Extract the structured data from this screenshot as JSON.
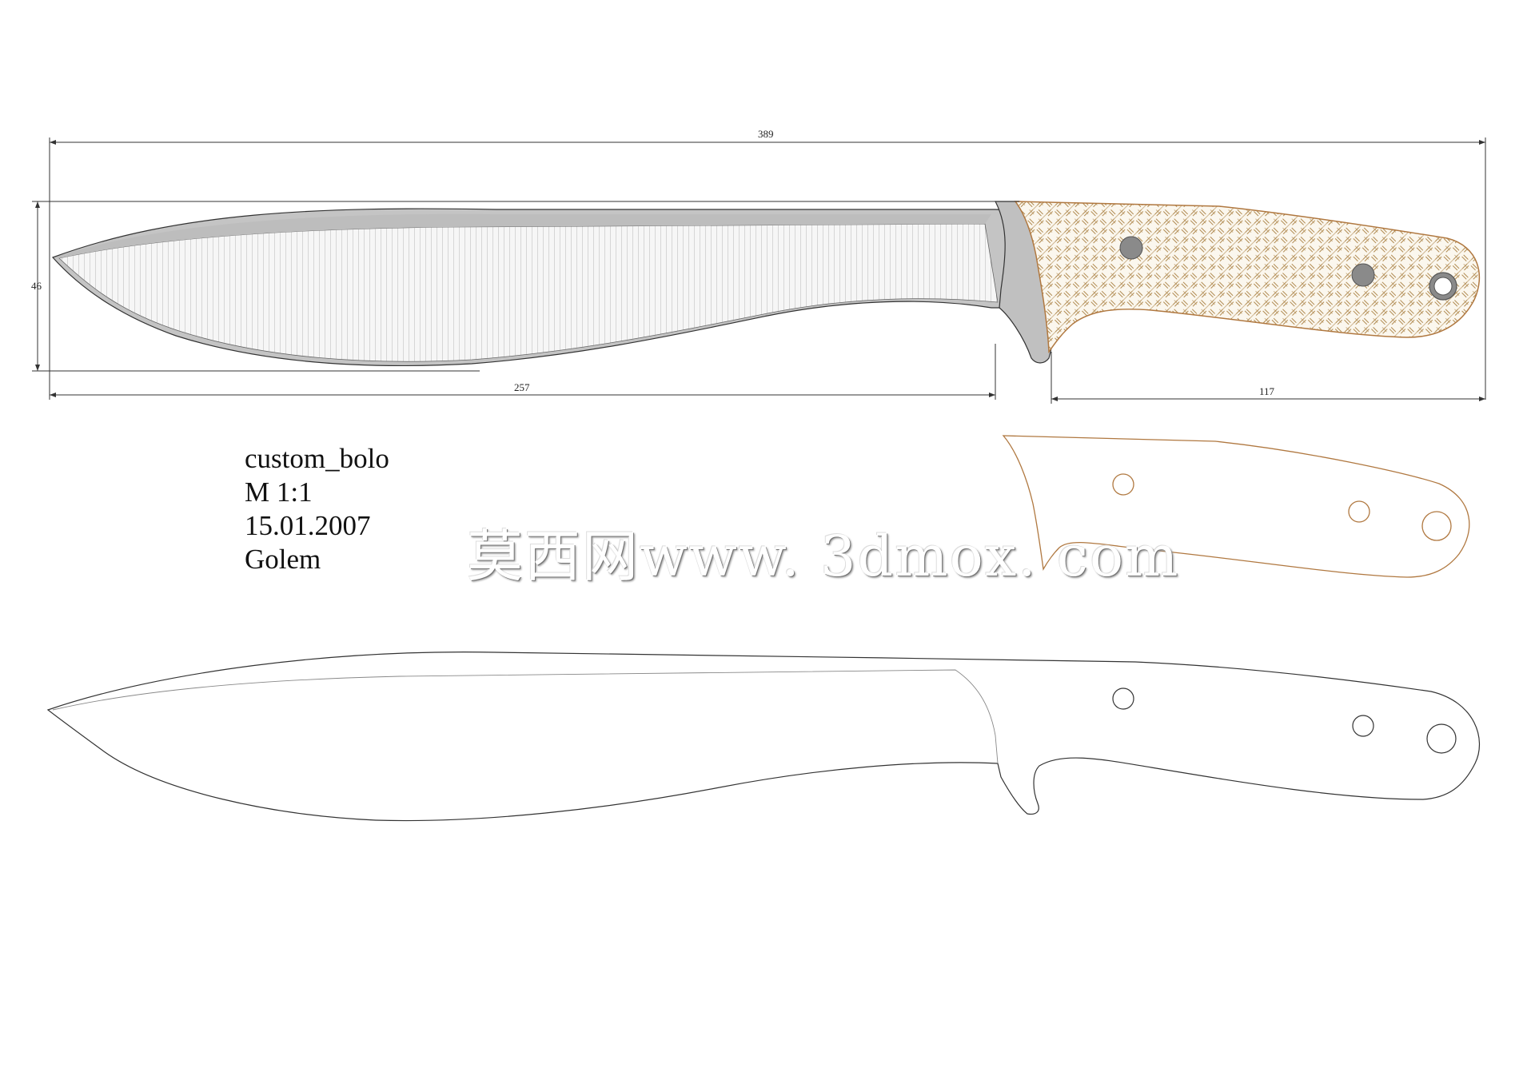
{
  "dimensions": {
    "overall_length": "389",
    "blade_height": "46",
    "blade_length": "257",
    "handle_length": "117"
  },
  "title_block": {
    "name": "custom_bolo",
    "scale": "M 1:1",
    "date": "15.01.2007",
    "author": "Golem"
  },
  "watermark": "莫西网www. 3dmox. com",
  "colors": {
    "line": "#333333",
    "blade_fill": "#c4c4c4",
    "blade_light": "#f4f4f4",
    "handle_fill": "#fbf7ee",
    "handle_hatch": "#b08a50",
    "handle_outline": "#b07840",
    "pin": "#8a8a8a"
  }
}
